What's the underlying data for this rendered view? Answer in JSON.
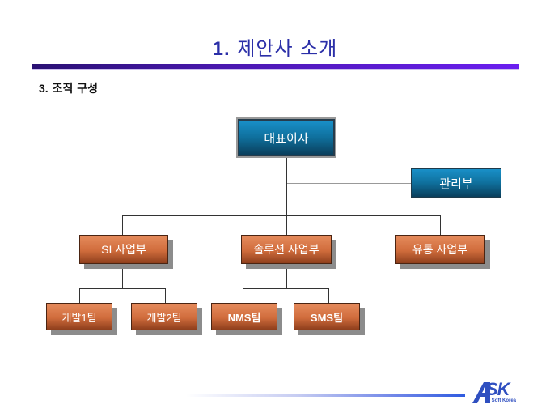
{
  "header": {
    "title_number": "1.",
    "title_text": "제안사 소개"
  },
  "section": {
    "number": "3.",
    "text": "조직 구성"
  },
  "org_chart": {
    "ceo": "대표이사",
    "staff": "관리부",
    "divisions": [
      {
        "name": "SI 사업부",
        "teams": [
          "개발1팀",
          "개발2팀"
        ]
      },
      {
        "name": "솔루션 사업부",
        "teams": [
          "NMS팀",
          "SMS팀"
        ]
      },
      {
        "name": "유통 사업부",
        "teams": []
      }
    ]
  },
  "footer": {
    "logo_text": "SK",
    "logo_subtitle": "ir Soft Korea"
  },
  "colors": {
    "title": "#2b2fa8",
    "blue_box": "#0f6f9c",
    "orange_box": "#d06c3c",
    "logo": "#2f4fc0"
  }
}
